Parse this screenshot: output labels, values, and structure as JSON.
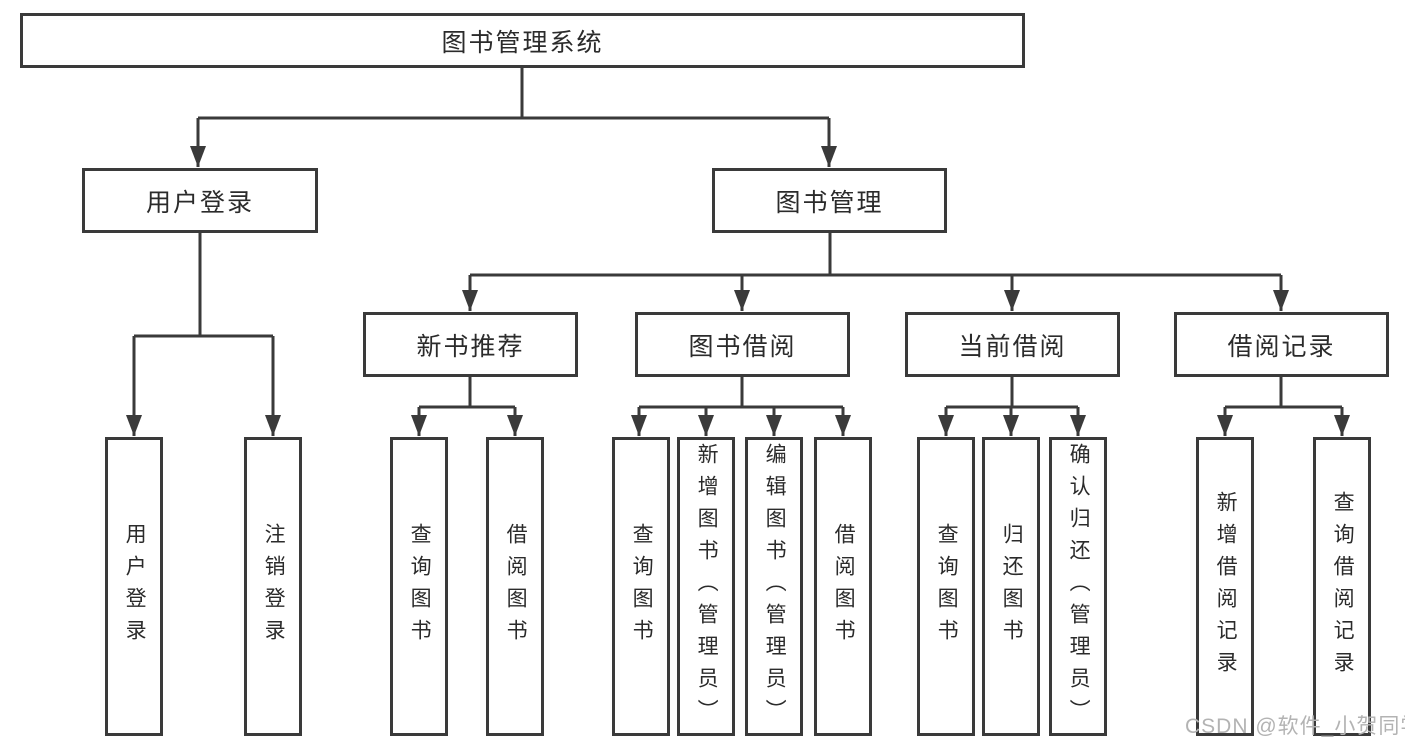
{
  "colors": {
    "line": "#3a3a3a",
    "text": "#2b2b2b",
    "watermark": "#b3b3b3",
    "background": "#ffffff"
  },
  "nodes": {
    "root": "图书管理系统",
    "level2": [
      "用户登录",
      "图书管理"
    ],
    "level3": [
      "新书推荐",
      "图书借阅",
      "当前借阅",
      "借阅记录"
    ],
    "leaves": {
      "login": [
        "用户登录",
        "注销登录"
      ],
      "recommend": [
        "查询图书",
        "借阅图书"
      ],
      "borrow": [
        "查询图书",
        "新增图书（管理员）",
        "编辑图书（管理员）",
        "借阅图书"
      ],
      "current": [
        "查询图书",
        "归还图书",
        "确认归还（管理员）"
      ],
      "records": [
        "新增借阅记录",
        "查询借阅记录"
      ]
    }
  },
  "watermark": "CSDN @软件_小贺同学"
}
